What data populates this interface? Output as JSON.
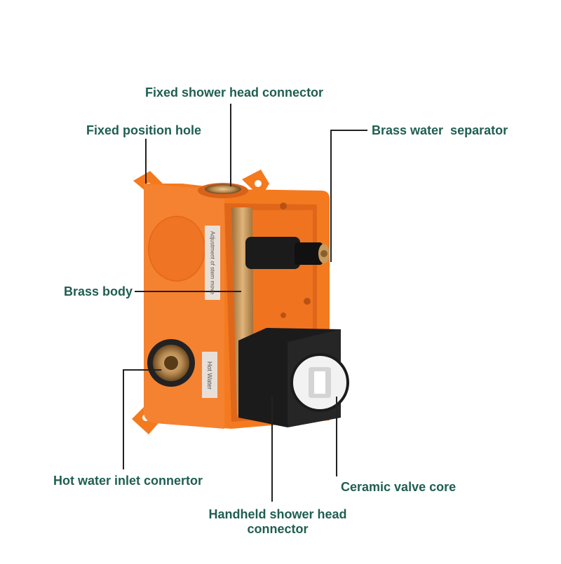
{
  "labels": {
    "fixed_shower_head_connector": "Fixed shower head connector",
    "fixed_position_hole": "Fixed position hole",
    "brass_water_separator": "Brass water  separator",
    "brass_body": "Brass body",
    "hot_water_inlet_connector": "Hot water inlet connertor",
    "ceramic_valve_core": "Ceramic valve core",
    "handheld_shower_head_connector_line1": "Handheld shower head",
    "handheld_shower_head_connector_line2": "connector"
  },
  "product_markings": {
    "side_label_1": "Adjustment of stem move",
    "side_label_2": "Hot Water"
  },
  "colors": {
    "label_text": "#1f5e52",
    "box_orange": "#f47a1f",
    "box_orange_dark": "#d9621a",
    "brass": "#c99a5b",
    "knob_black": "#1b1b1b",
    "leader_line": "#222222"
  }
}
